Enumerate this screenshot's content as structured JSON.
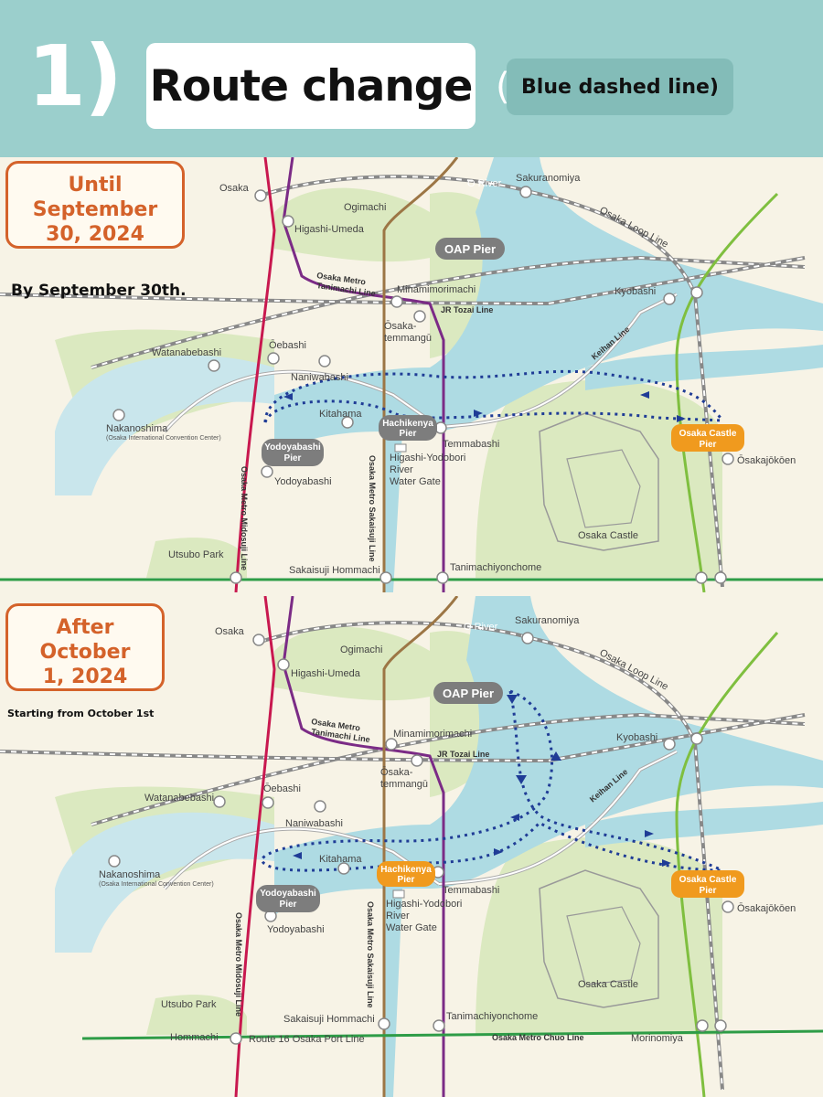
{
  "header": {
    "step_number": "1)",
    "title": "Route change",
    "note_paren": "(",
    "note": "Blue dashed line)"
  },
  "colors": {
    "header_bg": "#9bcfcc",
    "river": "#aedbe3",
    "park": "#dbe9c0",
    "route_dash": "#1f3c96",
    "pier_gray": "#7d7d7d",
    "pier_orange": "#f09a1e",
    "period_orange": "#d4622a",
    "midosuji": "#c8184f",
    "tanimachi": "#7b2b86",
    "sakaisuji": "#9c7645",
    "keihan_green": "#7fbf3f",
    "chuo_green": "#2e9c47"
  },
  "panels": [
    {
      "period_line1": "Until September",
      "period_line2": "30, 2024",
      "caption": "By September 30th.",
      "stations": {
        "osaka": "Osaka",
        "higashi_umeda": "Higashi-Umeda",
        "ogimachi": "Ogimachi",
        "o_river": "O River",
        "sakuranomiya": "Sakuranomiya",
        "loop_line": "Osaka Loop Line",
        "tanimachi_line1": "Osaka Metro",
        "tanimachi_line2": "Tanimachi Line",
        "minamimorimachi": "Minamimorimachi",
        "jr_tozai": "JR Tozai Line",
        "osaka_temmangu1": "Ōsaka-",
        "osaka_temmangu2": "temmangū",
        "kyobashi": "Kyobashi",
        "keihan_line": "Keihan Line",
        "watanabebashi": "Watanabebashi",
        "oebashi": "Ōebashi",
        "naniwabashi": "Naniwabashi",
        "nakanoshima": "Nakanoshima",
        "nakanoshima_sub": "(Osaka International Convention Center)",
        "kitahama": "Kitahama",
        "temmabashi": "Temmabashi",
        "higashi_yodobori1": "Higashi-Yodobori",
        "higashi_yodobori2": "River",
        "higashi_yodobori3": "Water Gate",
        "yodoyabashi": "Yodoyabashi",
        "midosuji_line": "Osaka Metro  Midosuji Line",
        "sakaisuji_line": "Osaka Metro  Sakaisuji Line",
        "osakajokoen": "Ōsakajōkōen",
        "osaka_castle": "Osaka Castle",
        "utsubo_park": "Utsubo Park",
        "sakaisuji_hommachi": "Sakaisuji Hommachi",
        "tanimachiyonchome": "Tanimachiyonchome"
      },
      "piers": {
        "oap": "OAP Pier",
        "hachikenya_1": "Hachikenya",
        "hachikenya_2": "Pier",
        "yodoyabashi_1": "Yodoyabashi",
        "yodoyabashi_2": "Pier",
        "castle_1": "Osaka Castle",
        "castle_2": "Pier"
      }
    },
    {
      "period_line1": "After October",
      "period_line2": "1, 2024",
      "caption": "Starting from October 1st",
      "stations": {
        "osaka": "Osaka",
        "higashi_umeda": "Higashi-Umeda",
        "ogimachi": "Ogimachi",
        "o_river": "O River",
        "sakuranomiya": "Sakuranomiya",
        "loop_line": "Osaka Loop Line",
        "tanimachi_line1": "Osaka Metro",
        "tanimachi_line2": "Tanimachi Line",
        "minamimorimachi": "Minamimorimachi",
        "jr_tozai": "JR Tozai Line",
        "osaka_temmangu1": "Ōsaka-",
        "osaka_temmangu2": "temmangū",
        "kyobashi": "Kyobashi",
        "keihan_line": "Keihan Line",
        "watanabebashi": "Watanabebashi",
        "oebashi": "Ōebashi",
        "naniwabashi": "Naniwabashi",
        "nakanoshima": "Nakanoshima",
        "nakanoshima_sub": "(Osaka International Convention Center)",
        "kitahama": "Kitahama",
        "temmabashi": "Temmabashi",
        "higashi_yodobori1": "Higashi-Yodobori",
        "higashi_yodobori2": "River",
        "higashi_yodobori3": "Water Gate",
        "yodoyabashi": "Yodoyabashi",
        "midosuji_line": "Osaka Metro  Midosuji Line",
        "sakaisuji_line": "Osaka Metro  Sakaisuji Line",
        "osakajokoen": "Ōsakajōkōen",
        "osaka_castle": "Osaka Castle",
        "utsubo_park": "Utsubo Park",
        "sakaisuji_hommachi": "Sakaisuji Hommachi",
        "tanimachiyonchome": "Tanimachiyonchome",
        "hommachi": "Hommachi",
        "route16": "Route 16 Osaka Port Line",
        "chuo_line": "Osaka Metro  Chuo Line",
        "morinomiya": "Morinomiya"
      },
      "piers": {
        "oap": "OAP Pier",
        "hachikenya_1": "Hachikenya",
        "hachikenya_2": "Pier",
        "yodoyabashi_1": "Yodoyabashi",
        "yodoyabashi_2": "Pier",
        "castle_1": "Osaka Castle",
        "castle_2": "Pier"
      }
    }
  ]
}
